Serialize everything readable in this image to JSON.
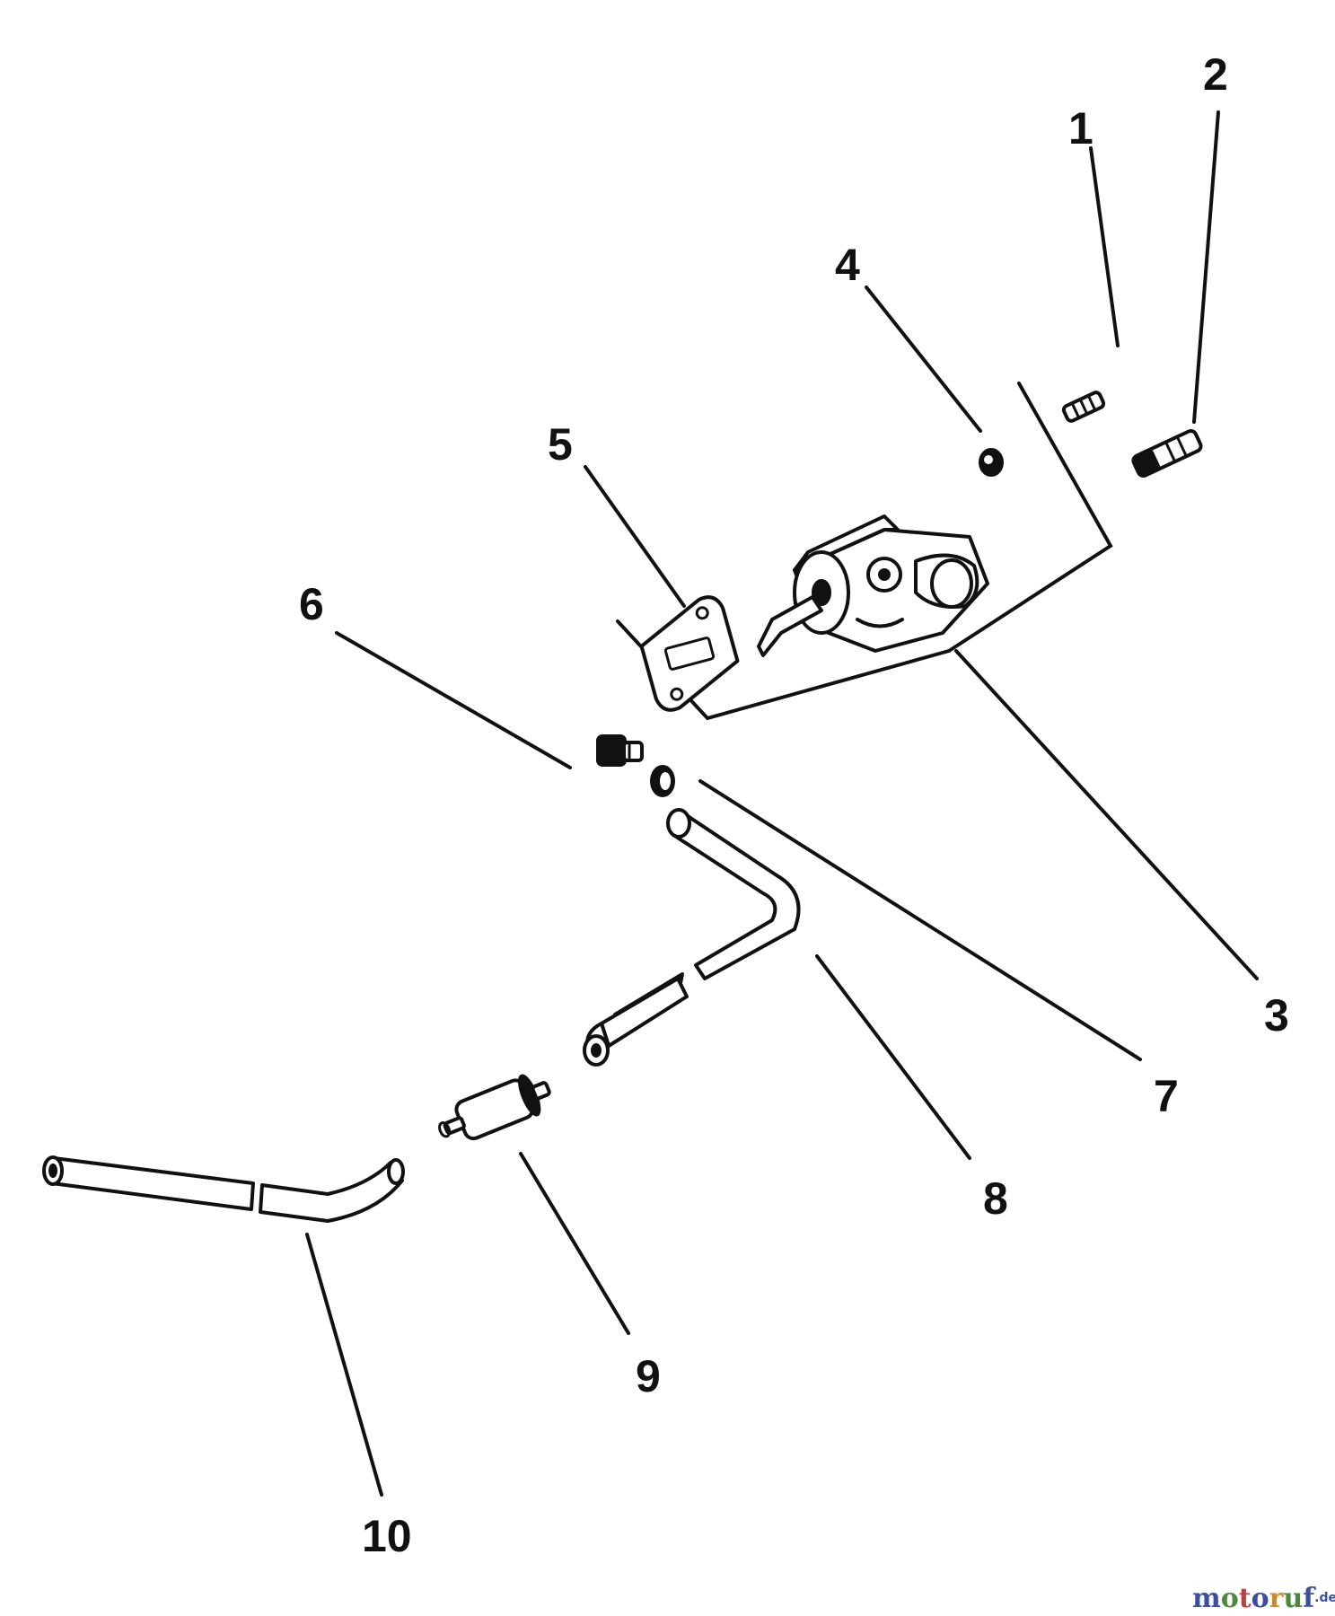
{
  "callouts": [
    {
      "id": "1",
      "label": "1"
    },
    {
      "id": "2",
      "label": "2"
    },
    {
      "id": "3",
      "label": "3"
    },
    {
      "id": "4",
      "label": "4"
    },
    {
      "id": "5",
      "label": "5"
    },
    {
      "id": "6",
      "label": "6"
    },
    {
      "id": "7",
      "label": "7"
    },
    {
      "id": "8",
      "label": "8"
    },
    {
      "id": "9",
      "label": "9"
    },
    {
      "id": "10",
      "label": "10"
    }
  ],
  "watermark": {
    "text": "motoruf",
    "suffix": ".de",
    "colors": [
      "#3b4fa0",
      "#4a8a3a",
      "#c04040",
      "#3b4fa0",
      "#d08a20",
      "#4a8a3a",
      "#3b4fa0"
    ]
  }
}
